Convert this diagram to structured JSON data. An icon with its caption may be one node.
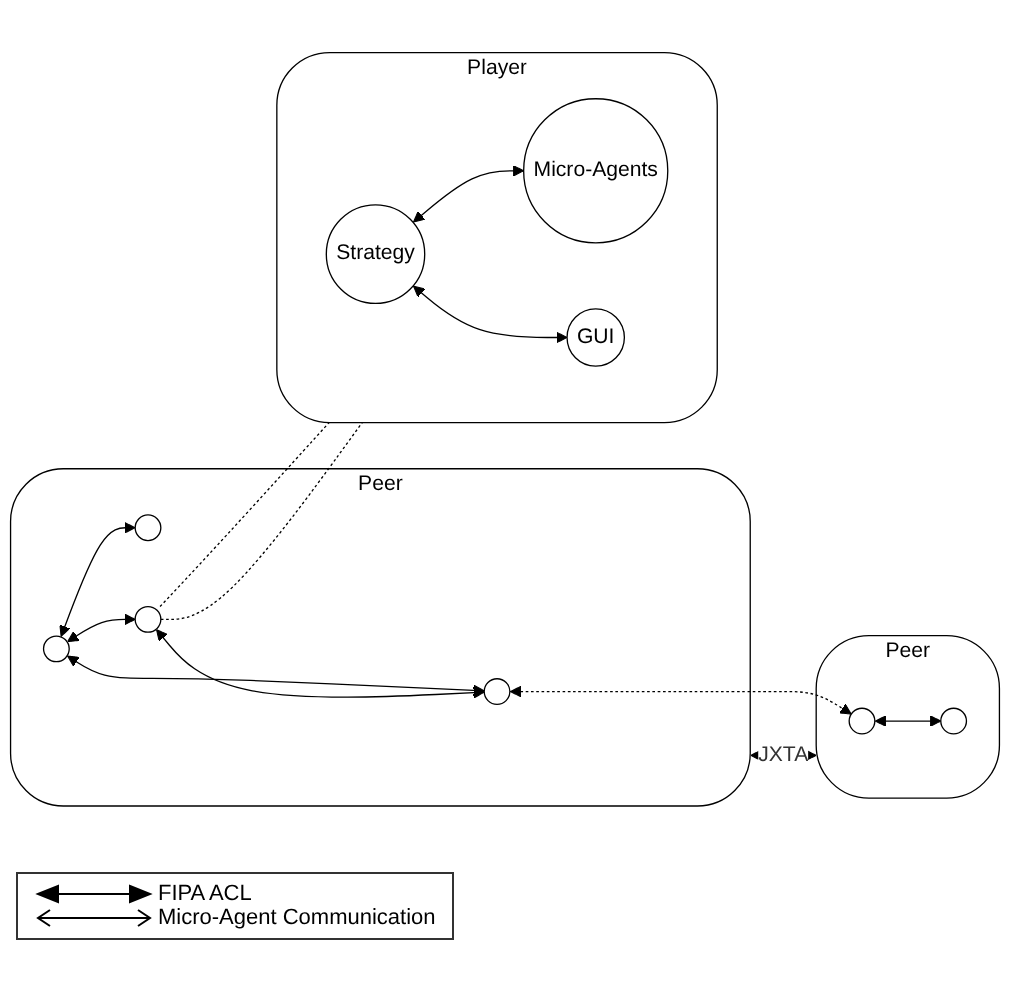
{
  "diagram": {
    "nodes": [
      {
        "text": [
          "Peer"
        ]
      },
      {
        "text": [],
        "shape": "circle",
        "in": 0
      },
      {
        "text": [],
        "shape": "circle",
        "in": 0
      },
      {
        "text": [],
        "shape": "circle",
        "in": 0
      },
      {
        "text": [],
        "shape": "circle",
        "in": 0
      },
      {
        "text": [
          "Peer"
        ]
      },
      {
        "text": [],
        "shape": "circle",
        "in": 5
      },
      {
        "text": [],
        "shape": "circle",
        "in": 5
      },
      {
        "text": [
          "Player"
        ]
      },
      {
        "text": [
          "Strategy"
        ],
        "in": 8
      },
      {
        "text": [
          "Micro-Agents"
        ],
        "in": 8
      },
      {
        "text": [
          "GUI"
        ],
        "in": 8
      }
    ],
    "edges": [
      {
        "from": 1,
        "to": 2,
        "arrow": "both"
      },
      {
        "from": 1,
        "to": 3,
        "arrow": "both"
      },
      {
        "from": 1,
        "to": 4,
        "arrow": "both"
      },
      {
        "from": 4,
        "to": 2,
        "arrow": "both"
      },
      {
        "from": 2,
        "to": 6,
        "arrow": "both",
        "style": "dashed"
      },
      {
        "from": 6,
        "to": 7,
        "arrow": "both"
      },
      {
        "from": 0,
        "to": 5,
        "arrow": "both",
        "label": "JXTA",
        "style": "thick"
      },
      {
        "from": 4,
        "to": 8,
        "arrow": "none",
        "style": "dashed"
      },
      {
        "from": 4,
        "to": 8,
        "arrow": "none",
        "style": "dashed"
      },
      {
        "from": 9,
        "to": 10,
        "arrow": "both"
      },
      {
        "from": 9,
        "to": 11,
        "arrow": "both"
      }
    ],
    "legend": [
      {
        "text": "FIPA ACL"
      },
      {
        "text": "Micro-Agent Communication"
      }
    ]
  }
}
